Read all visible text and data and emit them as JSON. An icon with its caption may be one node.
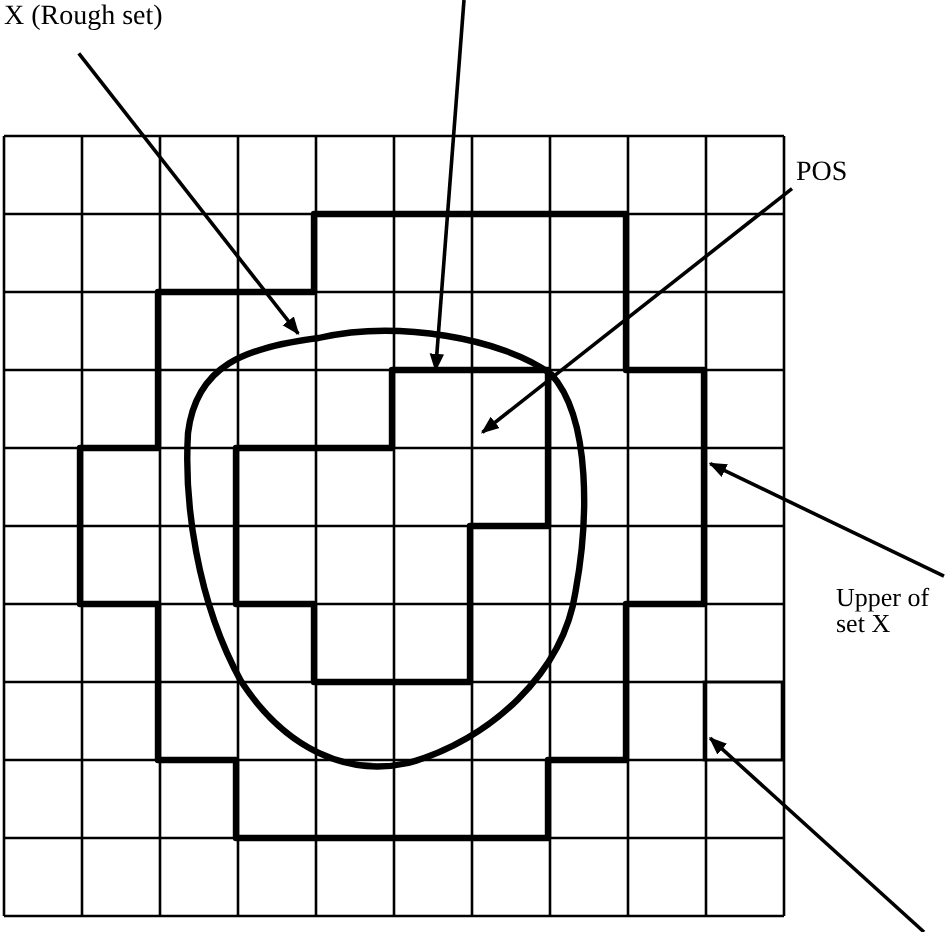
{
  "diagram": {
    "nodes": [
      {
        "text": [
          "X (Rough set)"
        ]
      },
      {
        "text": [],
        "shape": "box"
      },
      {
        "text": [],
        "shape": "box",
        "in": 1
      },
      {
        "text": [],
        "shape": "circle",
        "in": 2
      },
      {
        "text": [],
        "shape": "box",
        "in": 3
      },
      {
        "text": [
          "POS"
        ]
      },
      {
        "text": [
          "Upper of set X"
        ]
      },
      {
        "text": [],
        "shape": "box",
        "in": 1
      }
    ],
    "edges": [
      {
        "from": 0,
        "to": 3,
        "arrow": "to"
      },
      {
        "from": null,
        "to": 4,
        "arrow": "to"
      },
      {
        "from": 5,
        "to": 4,
        "arrow": "to"
      },
      {
        "from": 6,
        "to": 2,
        "arrow": "to"
      },
      {
        "from": null,
        "to": 7,
        "arrow": "to"
      }
    ]
  }
}
